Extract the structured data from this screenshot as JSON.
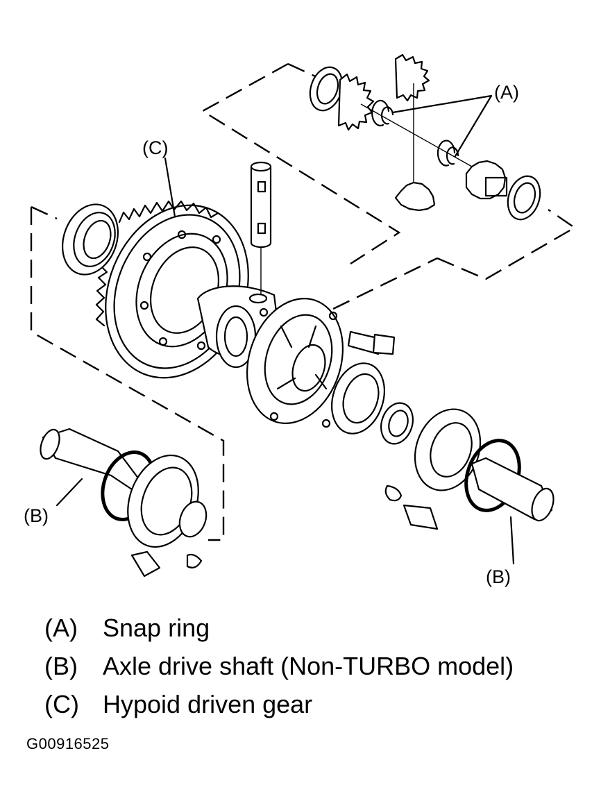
{
  "callouts": {
    "snap_ring": "(A)",
    "axle_left": "(B)",
    "axle_right": "(B)",
    "driven_gear": "(C)"
  },
  "legend": [
    {
      "key": "(A)",
      "text": "Snap ring"
    },
    {
      "key": "(B)",
      "text": "Axle drive shaft (Non-TURBO model)"
    },
    {
      "key": "(C)",
      "text": "Hypoid driven gear"
    }
  ],
  "figure_id": "G00916525",
  "colors": {
    "ink": "#000000",
    "paper": "#ffffff"
  }
}
